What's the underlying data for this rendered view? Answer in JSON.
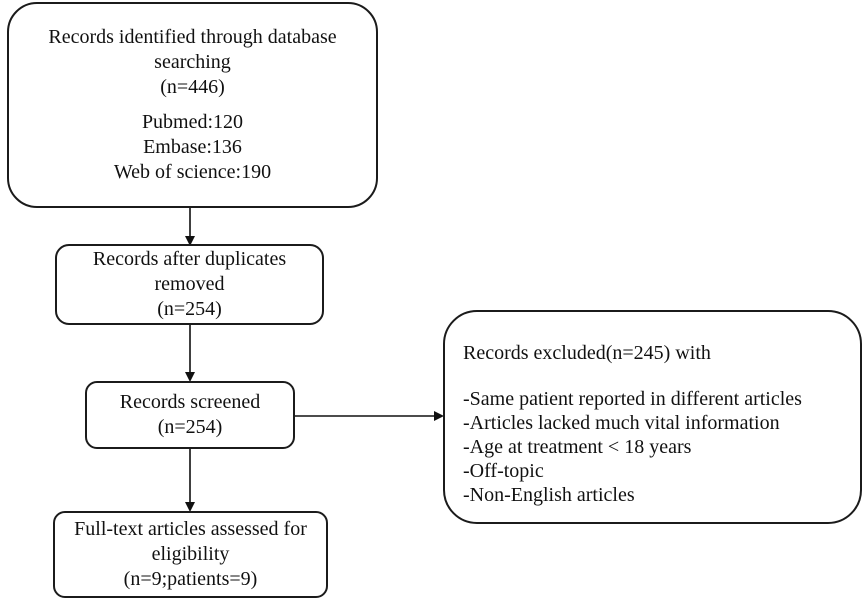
{
  "nodes": {
    "identified": {
      "lines": [
        "Records identified through database",
        "searching",
        "(n=446)",
        "Pubmed:120",
        "Embase:136",
        "Web of science:190"
      ]
    },
    "duplicates_removed": {
      "lines": [
        "Records after duplicates",
        "removed",
        "(n=254)"
      ]
    },
    "screened": {
      "lines": [
        "Records screened",
        "(n=254)"
      ]
    },
    "full_text": {
      "lines": [
        "Full-text articles assessed for",
        "eligibility",
        "(n=9;patients=9)"
      ]
    },
    "excluded": {
      "title": "Records excluded(n=245) with",
      "items": [
        "-Same patient reported in different articles",
        "-Articles lacked much vital information",
        "-Age at treatment  < 18 years",
        "-Off-topic",
        "-Non-English articles"
      ]
    }
  },
  "colors": {
    "border": "#1b1b1b",
    "text": "#111111",
    "background": "#ffffff"
  }
}
